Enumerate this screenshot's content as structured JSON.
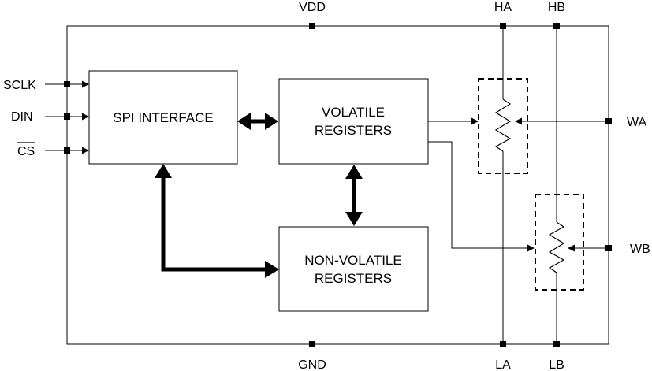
{
  "pins": {
    "vdd": "VDD",
    "gnd": "GND",
    "ha": "HA",
    "hb": "HB",
    "la": "LA",
    "lb": "LB",
    "wa": "WA",
    "wb": "WB",
    "sclk": "SCLK",
    "din": "DIN",
    "cs": "CS"
  },
  "blocks": {
    "spi": "SPI INTERFACE",
    "volatile": [
      "VOLATILE",
      "REGISTERS"
    ],
    "nonvolatile": [
      "NON-VOLATILE",
      "REGISTERS"
    ]
  }
}
